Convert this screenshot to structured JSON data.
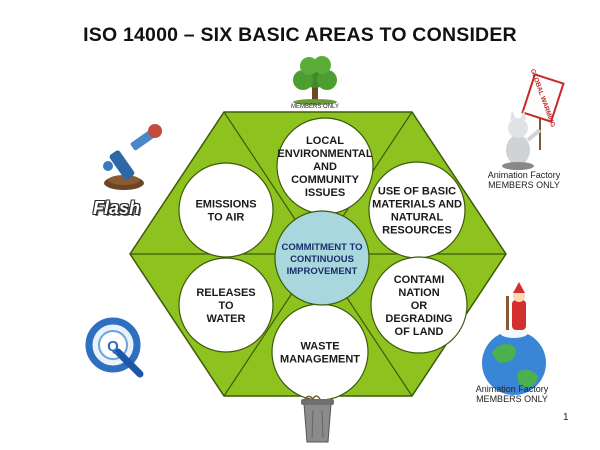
{
  "title": "ISO 14000 – SIX BASIC AREAS TO CONSIDER",
  "center": [
    "COMMITMENT TO",
    "CONTINUOUS",
    "IMPROVEMENT"
  ],
  "areas": [
    {
      "id": "local-environmental-issues",
      "lines": [
        "LOCAL",
        "ENVIRONMENTAL",
        "AND",
        "COMMUNITY",
        "ISSUES"
      ]
    },
    {
      "id": "basic-materials-resources",
      "lines": [
        "USE OF BASIC",
        "MATERIALS AND",
        "NATURAL",
        "RESOURCES"
      ]
    },
    {
      "id": "contamination-land",
      "lines": [
        "CONTAMI",
        "NATION",
        "OR",
        "DEGRADING",
        "OF LAND"
      ]
    },
    {
      "id": "waste-management",
      "lines": [
        "WASTE",
        "MANAGEMENT"
      ]
    },
    {
      "id": "releases-to-water",
      "lines": [
        "RELEASES",
        "TO",
        "WATER"
      ]
    },
    {
      "id": "emissions-to-air",
      "lines": [
        "EMISSIONS",
        "TO AIR"
      ]
    }
  ],
  "clipart": {
    "flash_label": "Flash",
    "tree_caption": "MEMBERS ONLY",
    "sign_text": "GLOBAL WARMING",
    "af_caption_top": "Animation Factory",
    "af_caption_bottom": "MEMBERS ONLY",
    "q_letter": "Q"
  },
  "page_number": "1",
  "colors": {
    "hexagon": "#8dc21f",
    "hexagon_edge": "#3d5a0c",
    "circle": "#ffffff",
    "center_circle": "#a8d7dd",
    "text": "#1a1a1a"
  }
}
